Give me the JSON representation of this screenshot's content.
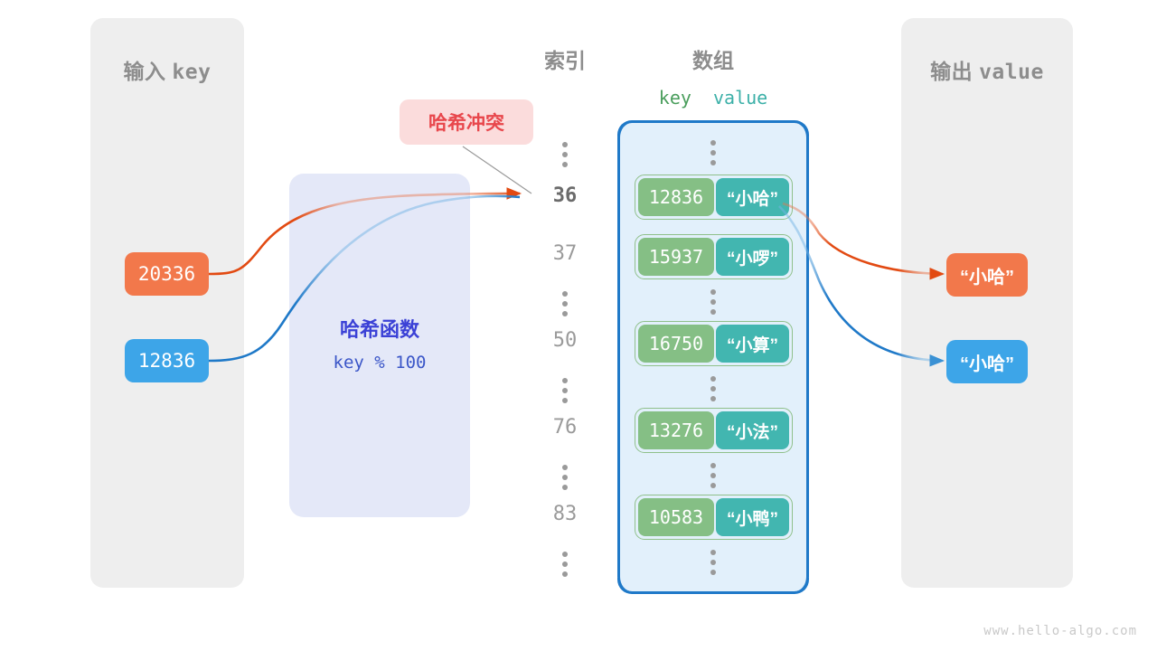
{
  "panels": {
    "input": {
      "title_cjk": "输入",
      "title_mono": "key"
    },
    "output": {
      "title_cjk": "输出",
      "title_mono": "value"
    }
  },
  "headings": {
    "index": "索引",
    "array": "数组",
    "key": "key",
    "value": "value"
  },
  "hash_function": {
    "title": "哈希函数",
    "expression": "key % 100"
  },
  "collision_badge": {
    "label": "哈希冲突"
  },
  "input_keys": [
    {
      "value": "20336",
      "color": "#f2784b"
    },
    {
      "value": "12836",
      "color": "#3da5e8"
    }
  ],
  "output_values": [
    {
      "value": "“小哈”",
      "color": "#f2784b"
    },
    {
      "value": "“小哈”",
      "color": "#3da5e8"
    }
  ],
  "buckets": [
    {
      "index": "36",
      "key": "12836",
      "value": "“小哈”",
      "highlight": true
    },
    {
      "index": "37",
      "key": "15937",
      "value": "“小啰”",
      "highlight": false
    },
    {
      "index": "50",
      "key": "16750",
      "value": "“小算”",
      "highlight": false
    },
    {
      "index": "76",
      "key": "13276",
      "value": "“小法”",
      "highlight": false
    },
    {
      "index": "83",
      "key": "10583",
      "value": "“小鸭”",
      "highlight": false
    }
  ],
  "colors": {
    "panel_bg": "#eeeeee",
    "array_bg": "#e2f0fb",
    "array_border": "#1f79c8",
    "hash_bg": "#e4e8f8",
    "hash_text": "#3b41d6",
    "key_cell": "#85bf85",
    "value_cell": "#42b6b0",
    "cell_outline": "#8fc08a",
    "orange": "#f2784b",
    "blue": "#3da5e8",
    "badge_bg": "#fbdcdc",
    "badge_text": "#e8474c",
    "label_gray": "#8d8d8d"
  },
  "watermark": "www.hello-algo.com"
}
